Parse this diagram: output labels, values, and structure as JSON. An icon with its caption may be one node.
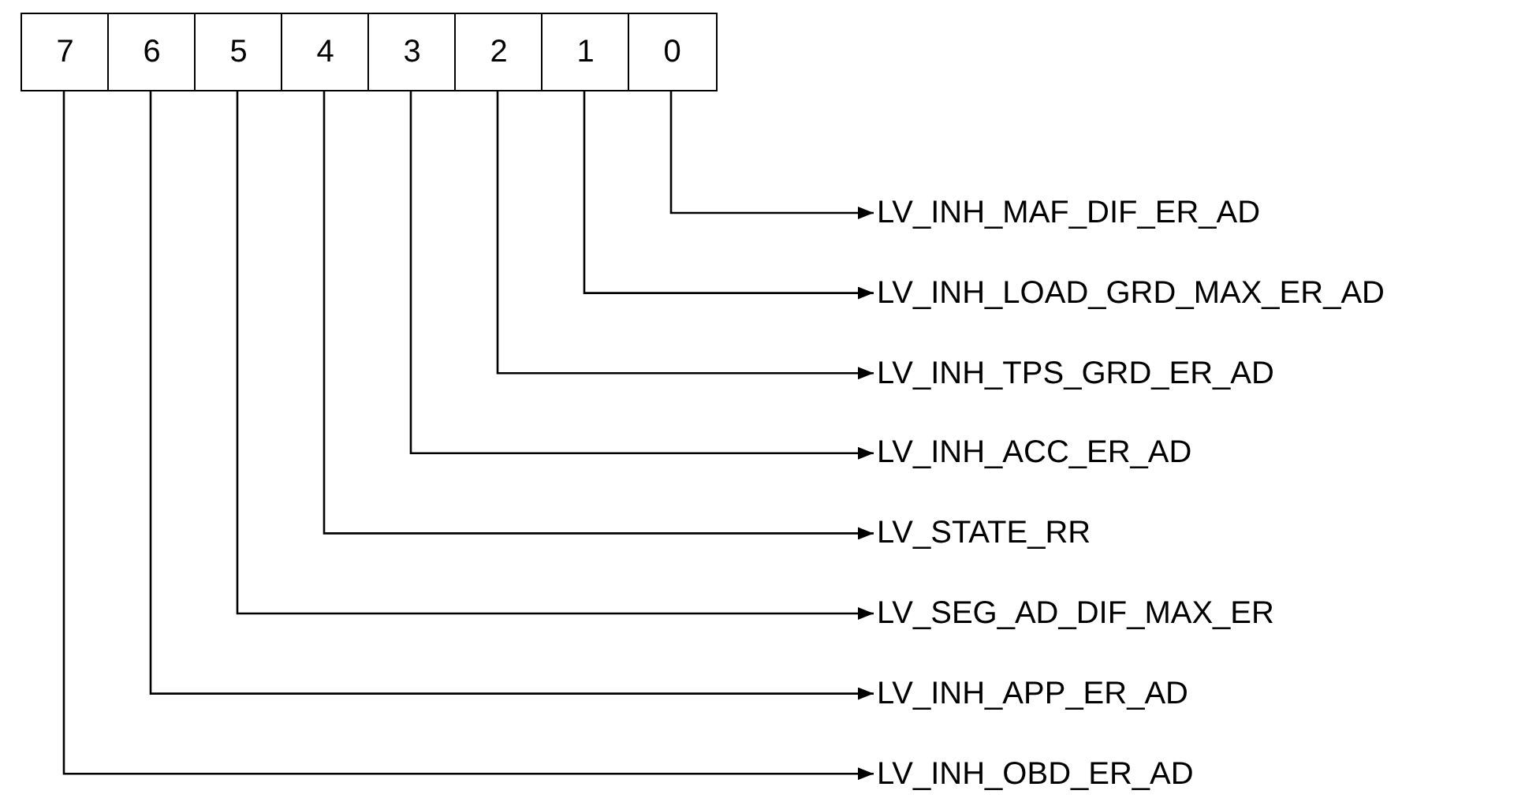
{
  "diagram": {
    "nodes": [
      {
        "text": [
          "7"
        ]
      },
      {
        "text": [
          "6"
        ]
      },
      {
        "text": [
          "5"
        ]
      },
      {
        "text": [
          "4"
        ]
      },
      {
        "text": [
          "3"
        ]
      },
      {
        "text": [
          "2"
        ]
      },
      {
        "text": [
          "1"
        ]
      },
      {
        "text": [
          "0"
        ]
      },
      {
        "text": [
          "LV_INH_MAF_DIF_ER_AD"
        ]
      },
      {
        "text": [
          "LV_INH_LOAD_GRD_MAX_ER_AD"
        ]
      },
      {
        "text": [
          "LV_INH_TPS_GRD_ER_AD"
        ]
      },
      {
        "text": [
          "LV_INH_ACC_ER_AD"
        ]
      },
      {
        "text": [
          "LV_STATE_RR"
        ]
      },
      {
        "text": [
          "LV_SEG_AD_DIF_MAX_ER"
        ]
      },
      {
        "text": [
          "LV_INH_APP_ER_AD"
        ]
      },
      {
        "text": [
          "LV_INH_OBD_ER_AD"
        ]
      }
    ],
    "edges": [
      {
        "from": 7,
        "to": 8,
        "arrow": "to"
      },
      {
        "from": 6,
        "to": 9,
        "arrow": "to"
      },
      {
        "from": 5,
        "to": 10,
        "arrow": "to"
      },
      {
        "from": 4,
        "to": 11,
        "arrow": "to"
      },
      {
        "from": 3,
        "to": 12,
        "arrow": "to"
      },
      {
        "from": 2,
        "to": 13,
        "arrow": "to"
      },
      {
        "from": 1,
        "to": 14,
        "arrow": "to"
      },
      {
        "from": 0,
        "to": 15,
        "arrow": "to"
      }
    ]
  }
}
